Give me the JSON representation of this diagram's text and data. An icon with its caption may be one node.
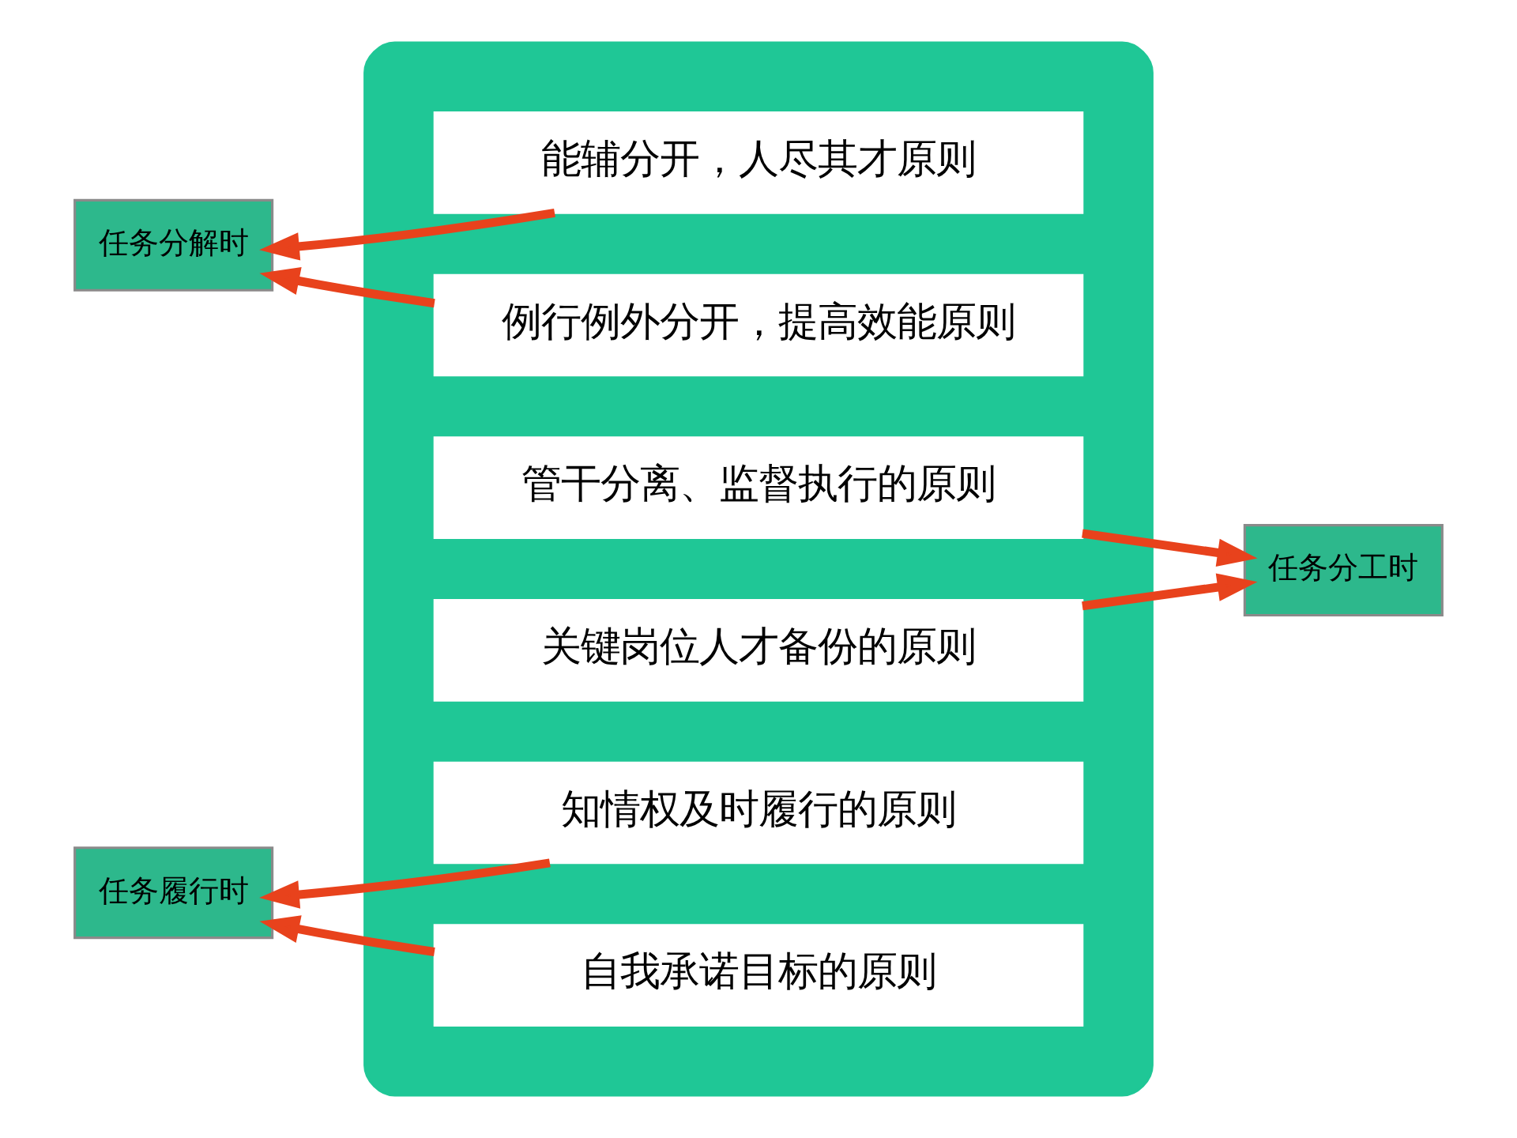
{
  "diagram": {
    "nodes": [
      {
        "text": [],
        "shape": "box"
      },
      {
        "text": [
          "能辅分开，人尽其才原则"
        ],
        "in": 0
      },
      {
        "text": [
          "例行例外分开，提高效能原则"
        ],
        "in": 0
      },
      {
        "text": [
          "管干分离、监督执行的原则"
        ],
        "in": 0
      },
      {
        "text": [
          "关键岗位人才备份的原则"
        ],
        "in": 0
      },
      {
        "text": [
          "知情权及时履行的原则"
        ],
        "in": 0
      },
      {
        "text": [
          "自我承诺目标的原则"
        ],
        "in": 0
      },
      {
        "text": [
          "任务分解时"
        ]
      },
      {
        "text": [
          "任务分工时"
        ]
      },
      {
        "text": [
          "任务履行时"
        ]
      }
    ],
    "edges": [
      {
        "from": 1,
        "to": 7,
        "arrow": "to"
      },
      {
        "from": 2,
        "to": 7,
        "arrow": "to"
      },
      {
        "from": 3,
        "to": 8,
        "arrow": "to"
      },
      {
        "from": 4,
        "to": 8,
        "arrow": "to"
      },
      {
        "from": 5,
        "to": 9,
        "arrow": "to"
      },
      {
        "from": 6,
        "to": 9,
        "arrow": "to"
      }
    ]
  }
}
